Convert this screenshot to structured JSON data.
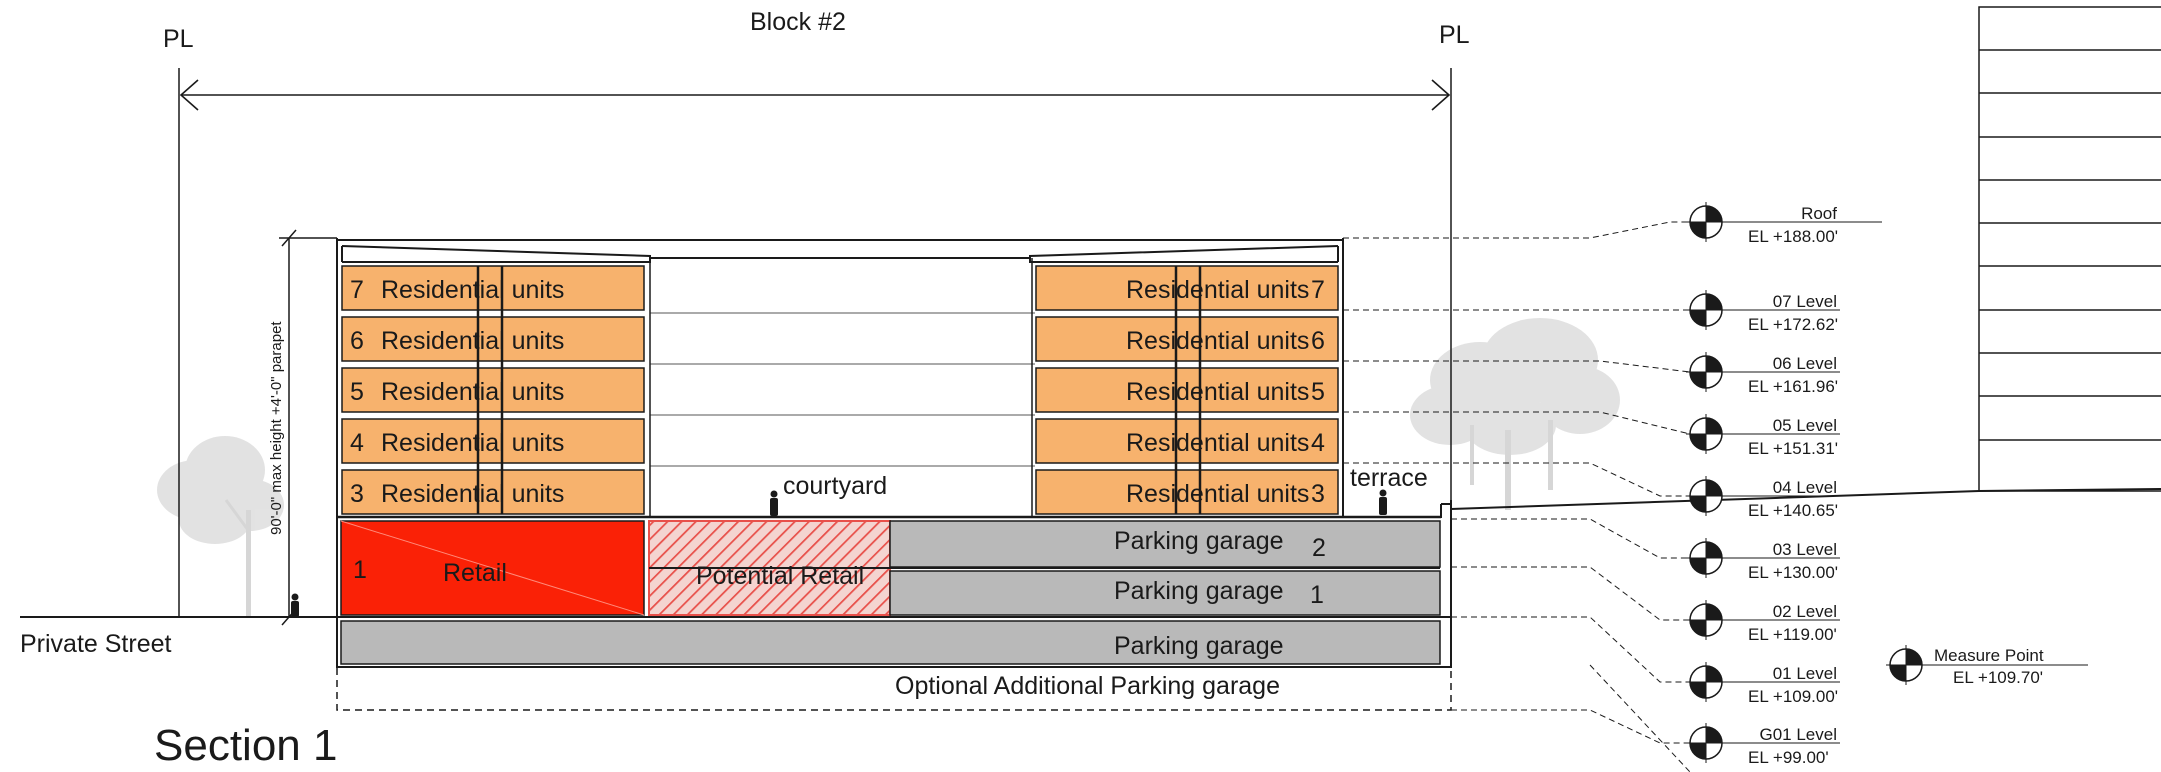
{
  "title": "Section 1",
  "block_label": "Block #2",
  "property_line_label": "PL",
  "private_street_label": "Private Street",
  "height_note": "90'-0\" max height +4'-0\" parapet",
  "courtyard_label": "courtyard",
  "terrace_label": "terrace",
  "residential_label": "Residential units",
  "residential_floors": [
    "7",
    "6",
    "5",
    "4",
    "3"
  ],
  "retail": {
    "number": "1",
    "label": "Retail"
  },
  "potential_retail_label": "Potential Retail",
  "parking": {
    "upper": {
      "label": "Parking garage",
      "number": "2"
    },
    "lower": {
      "label": "Parking garage",
      "number": "1"
    },
    "basement": {
      "label": "Parking garage"
    },
    "optional": {
      "label": "Optional Additional Parking garage"
    }
  },
  "levels": [
    {
      "name": "Roof",
      "elevation": "EL +188.00'"
    },
    {
      "name": "07 Level",
      "elevation": "EL +172.62'"
    },
    {
      "name": "06 Level",
      "elevation": "EL +161.96'"
    },
    {
      "name": "05 Level",
      "elevation": "EL +151.31'"
    },
    {
      "name": "04 Level",
      "elevation": "EL +140.65'"
    },
    {
      "name": "03 Level",
      "elevation": "EL +130.00'"
    },
    {
      "name": "02 Level",
      "elevation": "EL +119.00'"
    },
    {
      "name": "01 Level",
      "elevation": "EL +109.00'"
    },
    {
      "name": "G01 Level",
      "elevation": "EL +99.00'"
    }
  ],
  "measure_point": {
    "name": "Measure Point",
    "elevation": "EL +109.70'"
  },
  "colors": {
    "residential": "#f7b26d",
    "retail": "#fa2106",
    "potential_retail_hatch": "#e8504a",
    "parking": "#b9b9b9",
    "line": "#1a1a1a",
    "tree": "#dcdcdc"
  }
}
